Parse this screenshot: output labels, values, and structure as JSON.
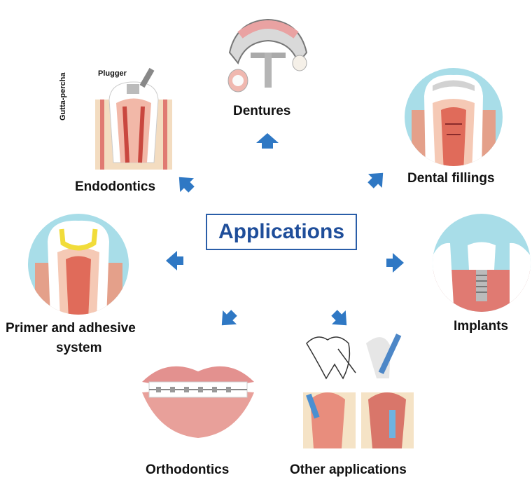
{
  "center": {
    "title": "Applications"
  },
  "labels": {
    "dentures": "Dentures",
    "dental_fillings": "Dental fillings",
    "endodontics": "Endodontics",
    "implants": "Implants",
    "primer": "Primer and adhesive system",
    "primer_line1": "Primer and adhesive",
    "primer_line2": "system",
    "orthodontics": "Orthodontics",
    "other": "Other applications"
  },
  "annotations": {
    "plugger": "Plugger",
    "gutta": "Gutta-percha"
  },
  "colors": {
    "accent": "#1f4e9a",
    "arrow": "#2f78c4",
    "circle_bg": "#a8dde8",
    "gum": "#e07a72",
    "tooth": "#ffffff"
  }
}
